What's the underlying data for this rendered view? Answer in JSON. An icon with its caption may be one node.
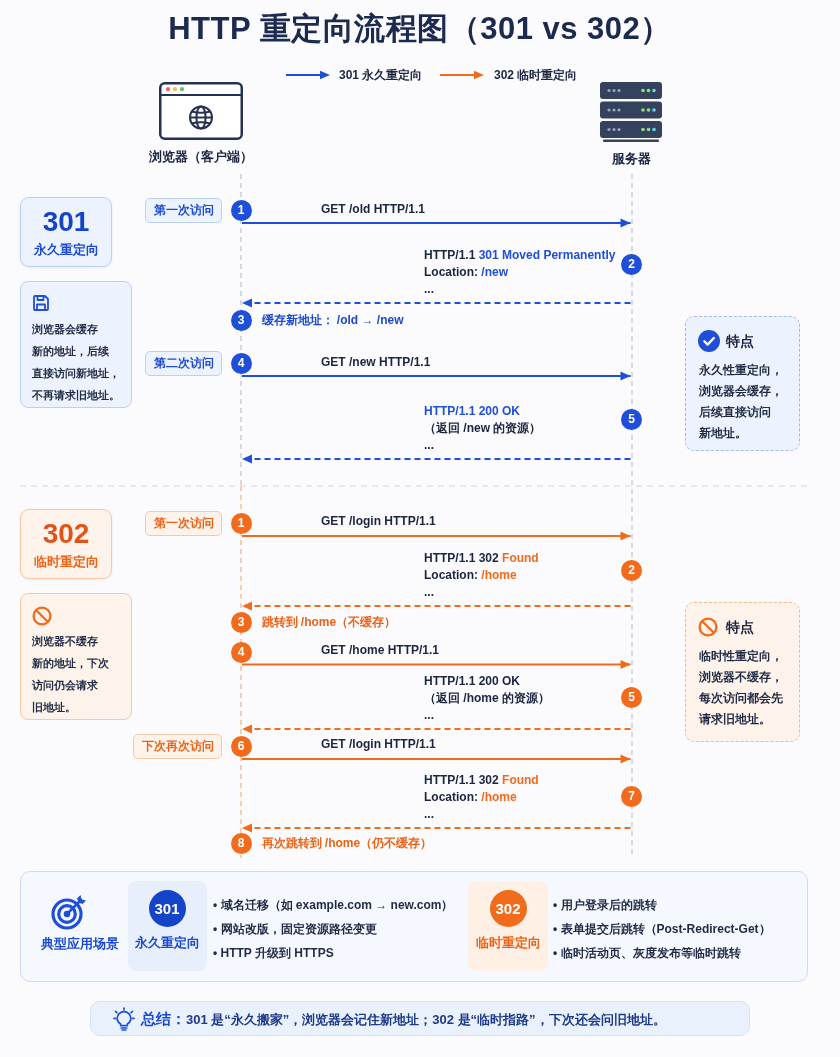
{
  "diagram": {
    "title": "HTTP 重定向流程图（301 vs 302）",
    "nodes": [
      {
        "text": [
          "浏览器（客户端）"
        ]
      },
      {
        "text": [
          "服务器"
        ]
      },
      {
        "text": [],
        "shape": "line"
      },
      {
        "text": [],
        "shape": "line"
      },
      {
        "text": [
          "301",
          "永久重定向"
        ]
      },
      {
        "text": [
          "第一次访问"
        ]
      },
      {
        "text": [
          "1"
        ]
      },
      {
        "text": [
          "2"
        ]
      },
      {
        "text": [
          "浏览器会缓存新的地址，后续直接访问新地址，不再请求旧地址。"
        ]
      },
      {
        "text": [
          "3"
        ],
        "beside": [
          "缓存新地址： /old → /new"
        ]
      },
      {
        "text": [
          "特点",
          "永久性重定向，浏览器会缓存，后续直接访问新地址。"
        ]
      },
      {
        "text": [
          "第二次访问"
        ]
      },
      {
        "text": [
          "4"
        ]
      },
      {
        "text": [
          "5"
        ]
      },
      {
        "text": [
          "302",
          "临时重定向"
        ]
      },
      {
        "text": [
          "第一次访问"
        ]
      },
      {
        "text": [
          "1"
        ]
      },
      {
        "text": [
          "2"
        ]
      },
      {
        "text": [
          "浏览器不缓存新的地址，下次访问仍会请求旧地址。"
        ]
      },
      {
        "text": [
          "3"
        ],
        "beside": [
          "跳转到 /home（不缓存）"
        ]
      },
      {
        "text": [
          "4"
        ]
      },
      {
        "text": [
          "特点",
          "临时性重定向，浏览器不缓存，每次访问都会先请求旧地址。"
        ]
      },
      {
        "text": [
          "5"
        ]
      },
      {
        "text": [
          "下次再次访问"
        ]
      },
      {
        "text": [
          "6"
        ]
      },
      {
        "text": [
          "7"
        ]
      },
      {
        "text": [
          "8"
        ],
        "beside": [
          "再次跳转到 /home（仍不缓存）"
        ]
      },
      {
        "text": [
          "典型应用场景"
        ]
      },
      {
        "text": [
          "永久重定向"
        ],
        "in": 27,
        "beside": [
          "• 域名迁移（如 example.com → new.com）",
          "• 网站改版，固定资源路径变更",
          "• HTTP 升级到 HTTPS"
        ]
      },
      {
        "text": [
          "301"
        ],
        "in": 28
      },
      {
        "text": [
          "临时重定向"
        ],
        "in": 27,
        "beside": [
          "• 用户登录后的跳转",
          "• 表单提交后跳转（Post-Redirect-Get）",
          "• 临时活动页、灰度发布等临时跳转"
        ]
      },
      {
        "text": [
          "302"
        ],
        "in": 30
      },
      {
        "text": [
          "**总结：**301 是“永久搬家”，浏览器会记住新地址；302 是“临时指路”，下次还会问旧地址。"
        ]
      }
    ],
    "edges": [
      {
        "from": 2,
        "to": 3,
        "arrow": "to",
        "label": "GET /old HTTP/1.1",
        "color": "#1f4fd8"
      },
      {
        "from": 3,
        "to": 2,
        "arrow": "to",
        "label": "HTTP/1.1 **301 Moved Permanently** Location: **/new** ...",
        "style": "dashed",
        "color": "#1f4fd8"
      },
      {
        "from": 2,
        "to": 3,
        "arrow": "to",
        "label": "GET /new HTTP/1.1",
        "color": "#1f4fd8"
      },
      {
        "from": 3,
        "to": 2,
        "arrow": "to",
        "label": "**HTTP/1.1 200 OK** （返回 /new 的资源） ...",
        "style": "dashed",
        "color": "#1f4fd8"
      },
      {
        "from": 2,
        "to": 3,
        "arrow": "to",
        "label": "GET /login HTTP/1.1"
      },
      {
        "from": 3,
        "to": 2,
        "arrow": "to",
        "label": "HTTP/1.1 302 **Found** Location: **/home** ...",
        "style": "dashed"
      },
      {
        "from": 2,
        "to": 3,
        "arrow": "to",
        "label": "GET /home HTTP/1.1"
      },
      {
        "from": 3,
        "to": 2,
        "arrow": "to",
        "label": "HTTP/1.1 200 OK （返回 /home 的资源） ...",
        "style": "dashed"
      },
      {
        "from": 2,
        "to": 3,
        "arrow": "to",
        "label": "GET /login HTTP/1.1"
      },
      {
        "from": 3,
        "to": 2,
        "arrow": "to",
        "label": "HTTP/1.1 302 **Found** Location: **/home** ...",
        "style": "dashed"
      }
    ],
    "legend": [
      {
        "text": "301 永久重定向"
      },
      {
        "text": "302 临时重定向"
      }
    ]
  }
}
